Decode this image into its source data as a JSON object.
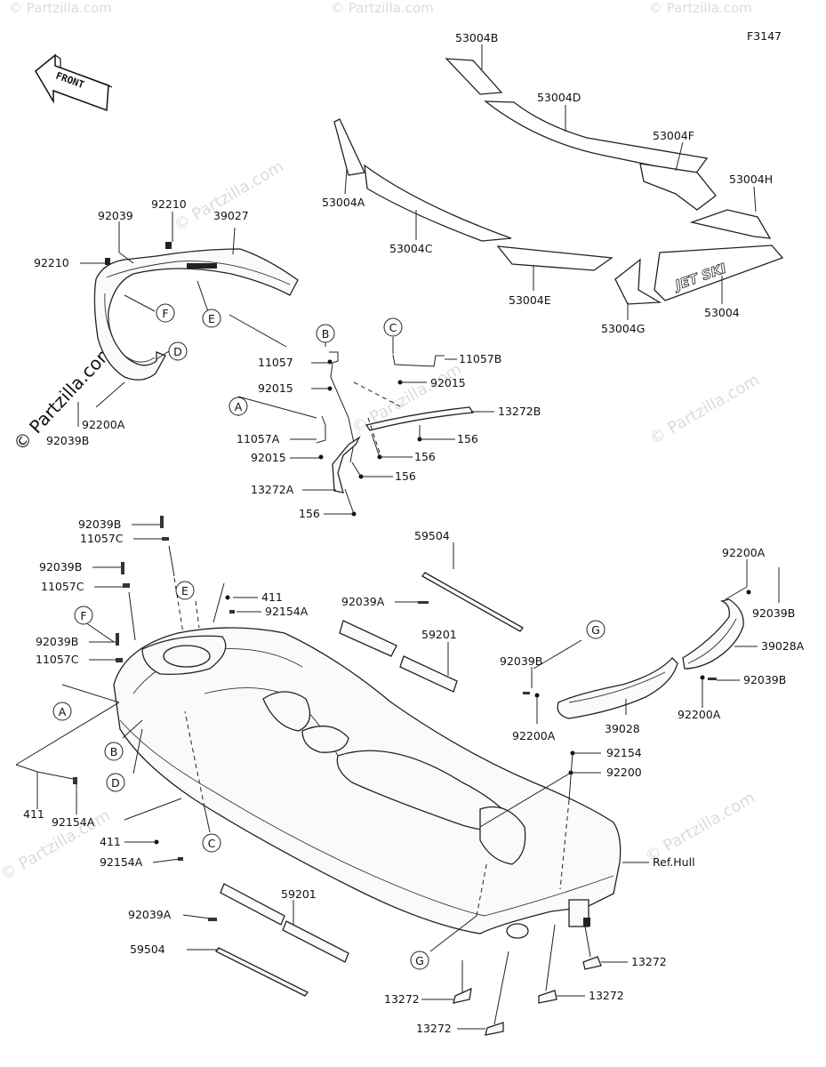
{
  "figure_code": "F3147",
  "front_label": "FRONT",
  "watermark": "© Partzilla.com",
  "logo_text": "JET SKI",
  "parts": {
    "p53004B": "53004B",
    "p53004D": "53004D",
    "p53004F": "53004F",
    "p53004H": "53004H",
    "p53004A": "53004A",
    "p53004C": "53004C",
    "p53004E": "53004E",
    "p53004G": "53004G",
    "p53004": "53004",
    "p92039_top": "92039",
    "p92210_top": "92210",
    "p39027": "39027",
    "p92210_left": "92210",
    "p92200A_left": "92200A",
    "p92039B_left": "92039B",
    "p11057": "11057",
    "p92015_a": "92015",
    "p11057A": "11057A",
    "p92015_b": "92015",
    "p13272A": "13272A",
    "p156_a": "156",
    "p156_b": "156",
    "p156_c": "156",
    "p156_d": "156",
    "p11057B": "11057B",
    "p92015_c": "92015",
    "p13272B": "13272B",
    "p92039B_1": "92039B",
    "p11057C_1": "11057C",
    "p92039B_2": "92039B",
    "p11057C_2": "11057C",
    "p92039B_3": "92039B",
    "p11057C_3": "11057C",
    "p411_top": "411",
    "p92154A_top": "92154A",
    "p59504_top": "59504",
    "p92039A_top": "92039A",
    "p59201_top": "59201",
    "p92200A_right": "92200A",
    "p92039B_right1": "92039B",
    "p39028A": "39028A",
    "p92039B_right2": "92039B",
    "p92200A_right2": "92200A",
    "p92039B_mid": "92039B",
    "p39028": "39028",
    "p92200A_mid": "92200A",
    "p92154": "92154",
    "p92200": "92200",
    "p411_left": "411",
    "p92154A_left": "92154A",
    "p411_low": "411",
    "p92154A_low": "92154A",
    "ref_hull": "Ref.Hull",
    "p92039A_low": "92039A",
    "p59201_low": "59201",
    "p59504_low": "59504",
    "p13272_a": "13272",
    "p13272_b": "13272",
    "p13272_c": "13272",
    "p13272_d": "13272"
  },
  "callouts": {
    "A1": "A",
    "B1": "B",
    "C1": "C",
    "D1": "D",
    "E1": "E",
    "F1": "F",
    "A2": "A",
    "B2": "B",
    "C2": "C",
    "D2": "D",
    "E2": "E",
    "F2": "F",
    "G1": "G",
    "G2": "G"
  }
}
